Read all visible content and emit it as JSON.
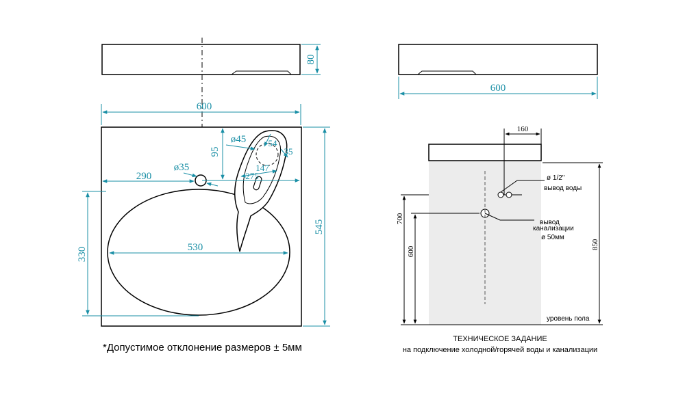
{
  "dimensions": {
    "top_width": "600",
    "top_height": "80",
    "side_width": "600",
    "plan_width": "600",
    "plan_depth": "545",
    "tap_offset_y": "95",
    "tap_hole_dia": "ø45",
    "spout_54": "54",
    "spout_35": "35",
    "spout_147": "147",
    "spout_275": "275",
    "overflow_x": "290",
    "overflow_dia": "ø35",
    "bowl_width": "530",
    "bowl_depth": "330"
  },
  "technical": {
    "offset_160": "160",
    "water_pipe_dia": "ø 1/2\"",
    "water_outlet": "вывод воды",
    "drain_line1": "вывод",
    "drain_line2": "канализации",
    "drain_dia": "ø 50мм",
    "h_700": "700",
    "h_600": "600",
    "h_850": "850",
    "floor_level": "уровень пола"
  },
  "notes": {
    "tolerance": "*Допустимое отклонение размеров  ± 5мм",
    "spec_title": "ТЕХНИЧЕСКОЕ ЗАДАНИЕ",
    "spec_subtitle": "на подключение холодной/горячей воды и канализации"
  },
  "colors": {
    "dimension": "#1a8fa6",
    "outline": "#000000",
    "wall_fill": "#ececec"
  }
}
